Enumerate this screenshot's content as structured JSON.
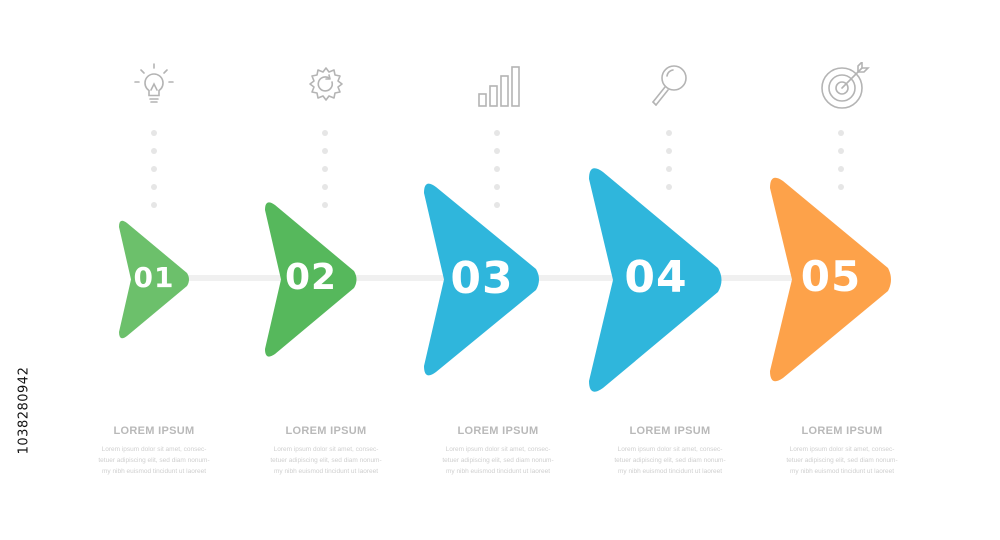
{
  "side_id": "1038280942",
  "steps": [
    {
      "number": "01",
      "icon": "lightbulb-icon",
      "color": "#6cc06b",
      "title": "LOREM IPSUM",
      "desc": [
        "Lorem ipsum dolor sit amet, consec-",
        "tetuer adipiscing elit, sed diam nonum-",
        "my nibh euismod tincidunt ut laoreet"
      ]
    },
    {
      "number": "02",
      "icon": "gear-icon",
      "color": "#56b85c",
      "title": "LOREM IPSUM",
      "desc": [
        "Lorem ipsum dolor sit amet, consec-",
        "tetuer adipiscing elit, sed diam nonum-",
        "my nibh euismod tincidunt ut laoreet"
      ]
    },
    {
      "number": "03",
      "icon": "bar-chart-icon",
      "color": "#2fb6dc",
      "title": "LOREM IPSUM",
      "desc": [
        "Lorem ipsum dolor sit amet, consec-",
        "tetuer adipiscing elit, sed diam nonum-",
        "my nibh euismod tincidunt ut laoreet"
      ]
    },
    {
      "number": "04",
      "icon": "magnifier-icon",
      "color": "#2fb6dc",
      "title": "LOREM IPSUM",
      "desc": [
        "Lorem ipsum dolor sit amet, consec-",
        "tetuer adipiscing elit, sed diam nonum-",
        "my nibh euismod tincidunt ut laoreet"
      ]
    },
    {
      "number": "05",
      "icon": "target-icon",
      "color": "#fda24a",
      "title": "LOREM IPSUM",
      "desc": [
        "Lorem ipsum dolor sit amet, consec-",
        "tetuer adipiscing elit, sed diam nonum-",
        "my nibh euismod tincidunt ut laoreet"
      ]
    }
  ]
}
